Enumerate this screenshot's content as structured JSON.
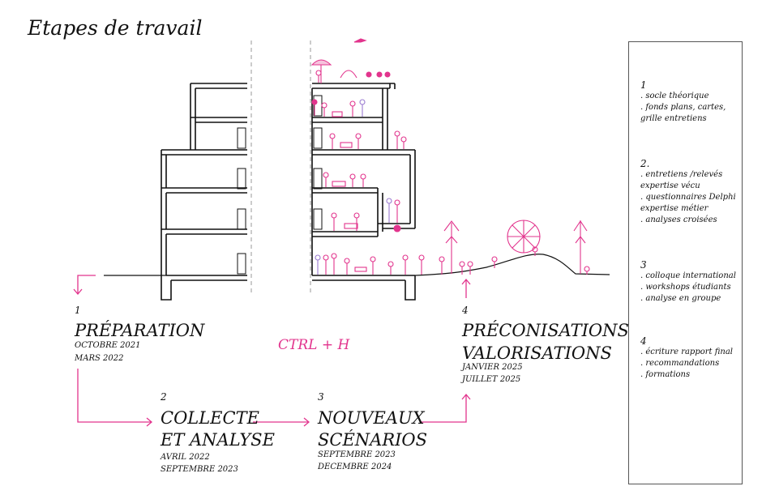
{
  "title": "Etapes de travail",
  "ctrl_label": "CTRL + H",
  "steps": [
    {
      "num": "1",
      "title_lines": [
        "PRÉPARATION"
      ],
      "dates": [
        "OCTOBRE 2021",
        "MARS 2022"
      ]
    },
    {
      "num": "2",
      "title_lines": [
        "COLLECTE",
        "ET ANALYSE"
      ],
      "dates": [
        "AVRIL 2022",
        "SEPTEMBRE 2023"
      ]
    },
    {
      "num": "3",
      "title_lines": [
        "NOUVEAUX",
        "SCÉNARIOS"
      ],
      "dates": [
        "SEPTEMBRE 2023",
        "DECEMBRE 2024"
      ]
    },
    {
      "num": "4",
      "title_lines": [
        "PRÉCONISATIONS",
        "VALORISATIONS"
      ],
      "dates": [
        "JANVIER 2025",
        "JUILLET 2025"
      ]
    }
  ],
  "legend": [
    {
      "num": "1",
      "items": [
        ". socle théorique",
        ". fonds plans, cartes, grille entretiens"
      ]
    },
    {
      "num": "2.",
      "items": [
        ". entretiens /relevés expertise vécu",
        ". questionnaires Delphi expertise métier",
        ". analyses croisées"
      ]
    },
    {
      "num": "3",
      "items": [
        ". colloque international",
        ". workshops étudiants",
        ". analyse en groupe"
      ]
    },
    {
      "num": "4",
      "items": [
        ". écriture rapport final",
        ". recommandations",
        ". formations"
      ]
    }
  ],
  "colors": {
    "accent": "#e2348d",
    "ink": "#111111",
    "dashed": "#999999"
  }
}
